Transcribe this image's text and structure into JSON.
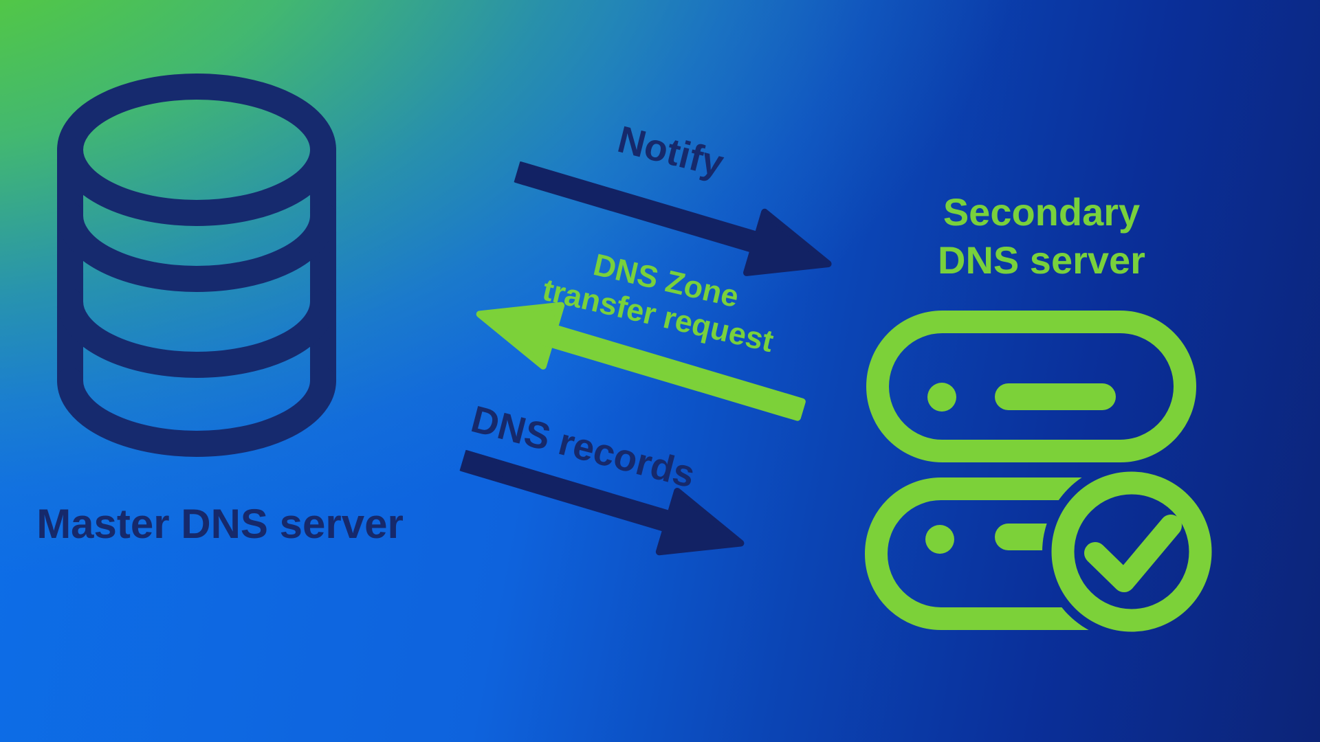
{
  "diagram": {
    "title": "DNS zone transfer between master and secondary DNS servers",
    "labels": {
      "master": "Master DNS server",
      "secondary_line1": "Secondary",
      "secondary_line2": "DNS server",
      "notify": "Notify",
      "zone_transfer_line1": "DNS Zone",
      "zone_transfer_line2": "transfer request",
      "dns_records": "DNS records"
    },
    "nodes": [
      {
        "name": "master-dns-server",
        "icon": "database-icon",
        "color": "#16296b"
      },
      {
        "name": "secondary-dns-server",
        "icon": "server-check-icon",
        "color": "#79d13c"
      }
    ],
    "flows": [
      {
        "label": "Notify",
        "from": "master-dns-server",
        "to": "secondary-dns-server",
        "direction": "right",
        "color": "#122264"
      },
      {
        "label": "DNS Zone transfer request",
        "from": "secondary-dns-server",
        "to": "master-dns-server",
        "direction": "left",
        "color": "#7cd139"
      },
      {
        "label": "DNS records",
        "from": "master-dns-server",
        "to": "secondary-dns-server",
        "direction": "right",
        "color": "#122264"
      }
    ],
    "colors": {
      "navy": "#122264",
      "accent_green": "#7cd139",
      "bg_corner_green": "#55c93e",
      "bg_azure": "#0d6fe8",
      "bg_royal_blue": "#0a2f99",
      "bg_dark_blue": "#0c2478"
    }
  }
}
